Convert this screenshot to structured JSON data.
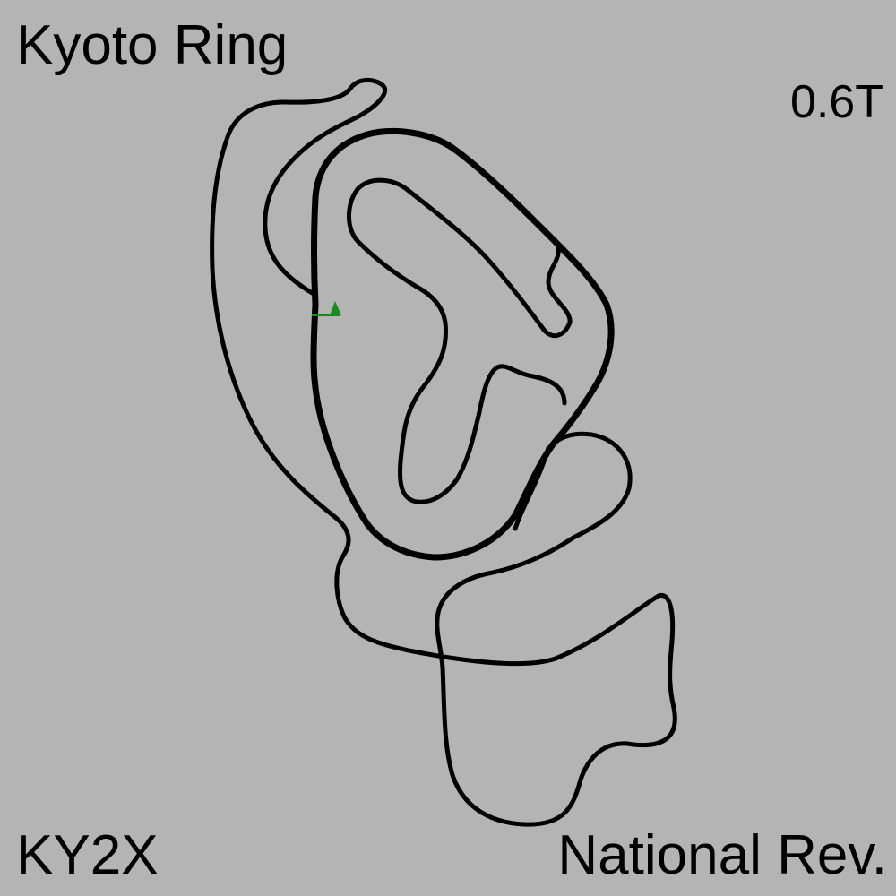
{
  "track": {
    "name": "Kyoto Ring",
    "code": "KY2X",
    "layout": "National Rev.",
    "scale": "0.6T"
  },
  "colors": {
    "background": "#b4b4b4",
    "track_line": "#000000",
    "start_marker": "#1a8a1a"
  },
  "icons": {
    "start_marker": "start-finish-flag-icon"
  }
}
